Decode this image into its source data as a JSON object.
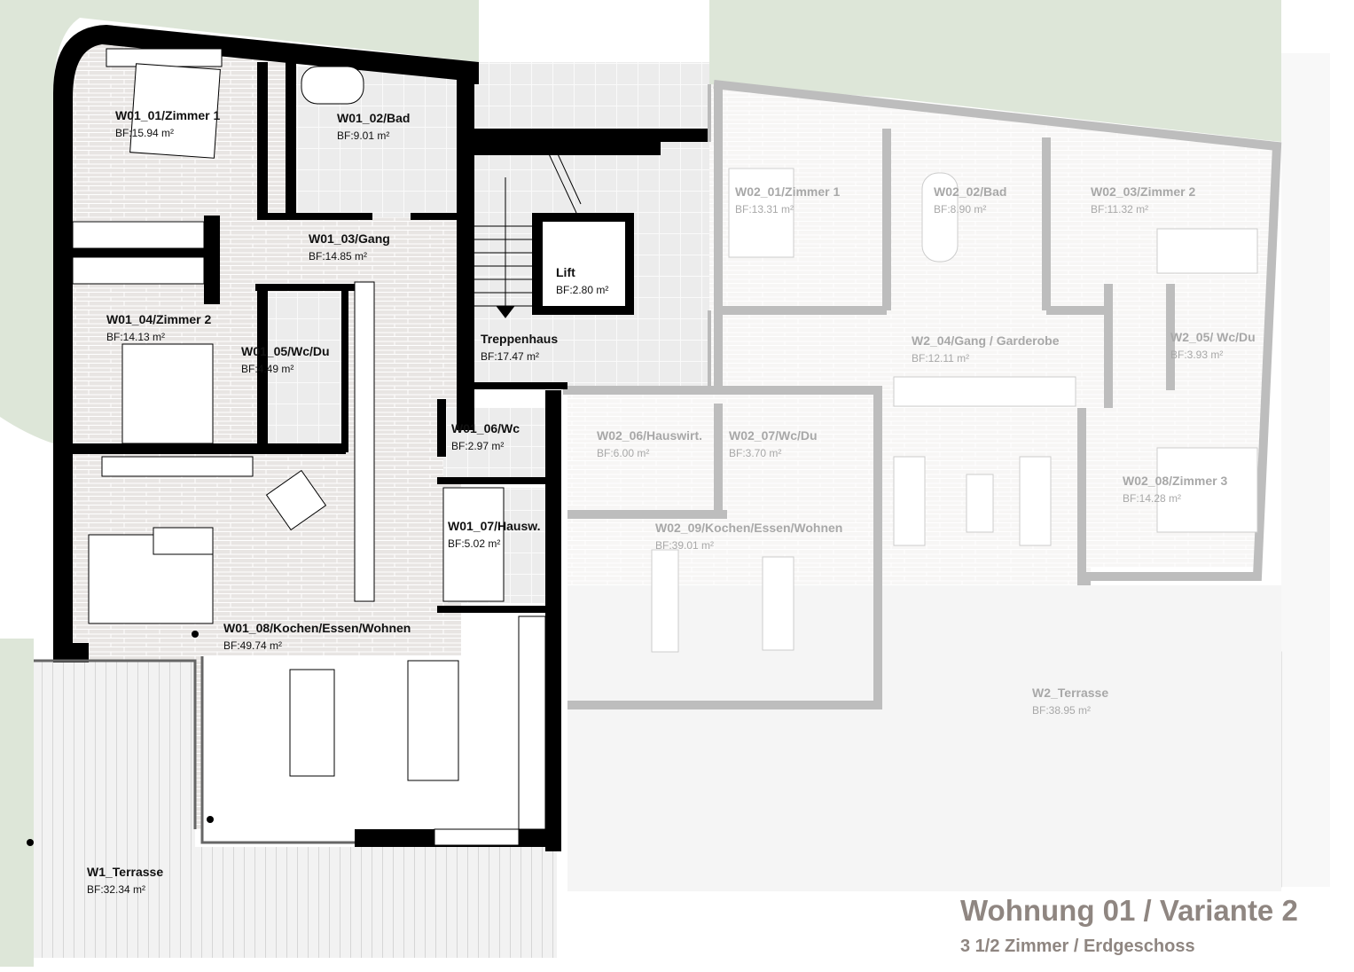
{
  "title": "Wohnung 01 / Variante 2",
  "subtitle": "3 1/2 Zimmer / Erdgeschoss",
  "colors": {
    "wall": "#000000",
    "wall_faded": "#b9b9b9",
    "garden": "#dde6d8",
    "floor": "#e9e6e4",
    "title": "#8f8681"
  },
  "rooms": [
    {
      "name": "W01_01/Zimmer 1",
      "area": "BF:15.94 m²",
      "unit": "W01"
    },
    {
      "name": "W01_02/Bad",
      "area": "BF:9.01 m²",
      "unit": "W01"
    },
    {
      "name": "W01_03/Gang",
      "area": "BF:14.85 m²",
      "unit": "W01"
    },
    {
      "name": "Lift",
      "area": "BF:2.80 m²",
      "unit": "W01"
    },
    {
      "name": "W01_04/Zimmer 2",
      "area": "BF:14.13 m²",
      "unit": "W01"
    },
    {
      "name": "W01_05/Wc/Du",
      "area": "BF:4.49 m²",
      "unit": "W01"
    },
    {
      "name": "Treppenhaus",
      "area": "BF:17.47 m²",
      "unit": "W01"
    },
    {
      "name": "W01_06/Wc",
      "area": "BF:2.97 m²",
      "unit": "W01"
    },
    {
      "name": "W01_07/Hausw.",
      "area": "BF:5.02 m²",
      "unit": "W01"
    },
    {
      "name": "W01_08/Kochen/Essen/Wohnen",
      "area": "BF:49.74 m²",
      "unit": "W01"
    },
    {
      "name": "W1_Terrasse",
      "area": "BF:32.34 m²",
      "unit": "W01"
    },
    {
      "name": "W02_01/Zimmer 1",
      "area": "BF:13.31 m²",
      "unit": "W02"
    },
    {
      "name": "W02_02/Bad",
      "area": "BF:8.90 m²",
      "unit": "W02"
    },
    {
      "name": "W02_03/Zimmer 2",
      "area": "BF:11.32 m²",
      "unit": "W02"
    },
    {
      "name": "W2_04/Gang / Garderobe",
      "area": "BF:12.11 m²",
      "unit": "W02"
    },
    {
      "name": "W2_05/ Wc/Du",
      "area": "BF:3.93 m²",
      "unit": "W02"
    },
    {
      "name": "W02_06/Hauswirt.",
      "area": "BF:6.00 m²",
      "unit": "W02"
    },
    {
      "name": "W02_07/Wc/Du",
      "area": "BF:3.70 m²",
      "unit": "W02"
    },
    {
      "name": "W02_08/Zimmer 3",
      "area": "BF:14.28 m²",
      "unit": "W02"
    },
    {
      "name": "W02_09/Kochen/Essen/Wohnen",
      "area": "BF:39.01 m²",
      "unit": "W02"
    },
    {
      "name": "W2_Terrasse",
      "area": "BF:38.95 m²",
      "unit": "W02"
    }
  ]
}
